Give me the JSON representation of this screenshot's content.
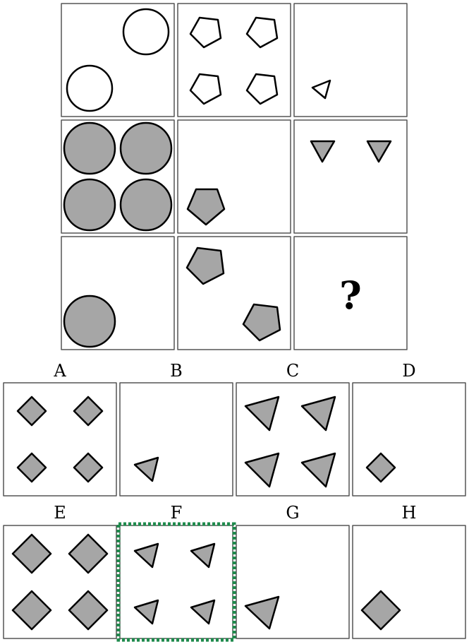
{
  "puzzle": {
    "question_mark": "?",
    "grid": [
      {
        "shape": "circle",
        "fill": "white",
        "count": 2
      },
      {
        "shape": "pentagon",
        "fill": "white",
        "count": 4
      },
      {
        "shape": "triangle",
        "fill": "white",
        "count": 1
      },
      {
        "shape": "circle",
        "fill": "gray",
        "count": 4
      },
      {
        "shape": "pentagon",
        "fill": "gray",
        "count": 1
      },
      {
        "shape": "triangle",
        "fill": "gray",
        "count": 2
      },
      {
        "shape": "circle",
        "fill": "gray",
        "count": 1
      },
      {
        "shape": "pentagon",
        "fill": "gray",
        "count": 2
      },
      {
        "shape": "unknown",
        "fill": "",
        "count": 0
      }
    ]
  },
  "options": [
    {
      "label": "A",
      "shape": "diamond",
      "count": 4,
      "size": "small"
    },
    {
      "label": "B",
      "shape": "triangle",
      "count": 1,
      "size": "small"
    },
    {
      "label": "C",
      "shape": "triangle",
      "count": 4,
      "size": "large"
    },
    {
      "label": "D",
      "shape": "diamond",
      "count": 1,
      "size": "small"
    },
    {
      "label": "E",
      "shape": "diamond",
      "count": 4,
      "size": "large"
    },
    {
      "label": "F",
      "shape": "triangle",
      "count": 4,
      "size": "small",
      "selected": true
    },
    {
      "label": "G",
      "shape": "triangle",
      "count": 1,
      "size": "large"
    },
    {
      "label": "H",
      "shape": "diamond",
      "count": 1,
      "size": "large"
    }
  ],
  "colors": {
    "shape_gray": "#a6a6a6",
    "stroke": "#000000",
    "cell_border": "#555555",
    "selection_border": "#1e8a4c",
    "background": "#ffffff"
  }
}
